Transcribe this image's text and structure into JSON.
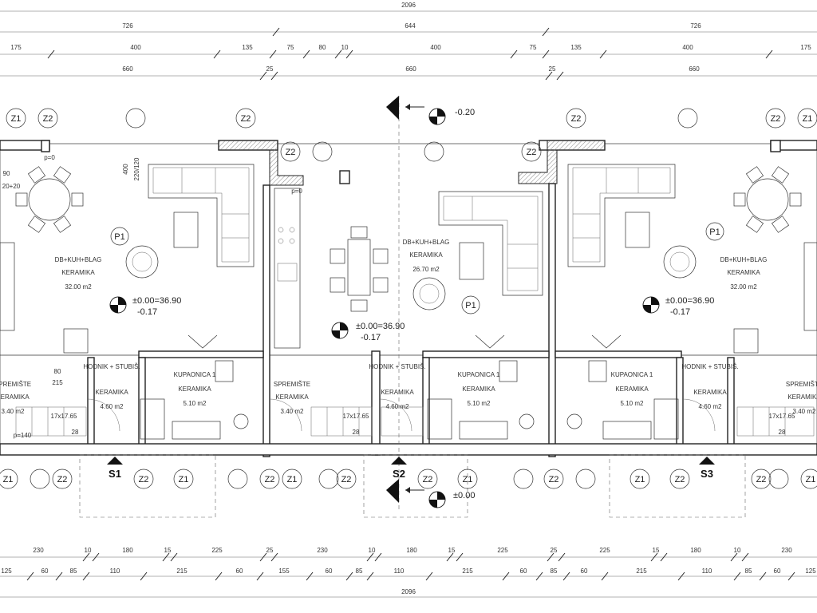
{
  "dimensions": {
    "top_total": "2096",
    "top_row1": [
      "726",
      "644",
      "726"
    ],
    "top_row2": [
      "175",
      "400",
      "135",
      "75",
      "80",
      "10",
      "400",
      "75",
      "135",
      "400",
      "175"
    ],
    "top_row3": [
      "660",
      "25",
      "660",
      "25",
      "660"
    ],
    "bottom_row1": [
      "230",
      "10",
      "180",
      "15",
      "225",
      "25",
      "230",
      "10",
      "180",
      "15",
      "225",
      "25",
      "225",
      "15",
      "180",
      "10",
      "230"
    ],
    "bottom_row2": [
      "125",
      "60",
      "85",
      "110",
      "215",
      "60",
      "155",
      "60",
      "85",
      "110",
      "215",
      "60",
      "85",
      "60",
      "215",
      "110",
      "85",
      "60",
      "125"
    ],
    "bottom_total": "2096"
  },
  "rooms": [
    {
      "name": "DB+KUH+BLAG",
      "finish": "KERAMIKA",
      "area": "32.00 m2"
    },
    {
      "name": "DB+KUH+BLAG",
      "finish": "KERAMIKA",
      "area": "26.70 m2"
    },
    {
      "name": "DB+KUH+BLAG",
      "finish": "KERAMIKA",
      "area": "32.00 m2"
    },
    {
      "name": "SPREMIŠTE",
      "finish": "KERAMIKA",
      "area": "3.40 m2"
    },
    {
      "name": "HODNIK + STUBIŠ.",
      "finish": "KERAMIKA",
      "area": "4.60 m2"
    },
    {
      "name": "KUPAONICA 1",
      "finish": "KERAMIKA",
      "area": "5.10 m2"
    },
    {
      "name": "SPREMIŠTE",
      "finish": "KERAMIKA",
      "area": "3.40 m2"
    },
    {
      "name": "HODNIK + STUBIŠ.",
      "finish": "KERAMIKA",
      "area": "4.60 m2"
    },
    {
      "name": "KUPAONICA 1",
      "finish": "KERAMIKA",
      "area": "5.10 m2"
    },
    {
      "name": "KUPAONICA 1",
      "finish": "KERAMIKA",
      "area": "5.10 m2"
    },
    {
      "name": "HODNIK + STUBIŠ.",
      "finish": "KERAMIKA",
      "area": "4.60 m2"
    },
    {
      "name": "SPREMIŠTE",
      "finish": "KERAMIKA",
      "area": "3.40 m2"
    }
  ],
  "levels": {
    "level_1": "±0.00=36.90",
    "level_1_sub": "-0.17",
    "level_2": "±0.00=36.90",
    "level_2_sub": "-0.17",
    "level_3": "±0.00=36.90",
    "level_3_sub": "-0.17",
    "outside_top": "-0.20",
    "outside_bottom": "±0.00"
  },
  "sections": [
    "S1",
    "S2",
    "S3"
  ],
  "pier_tags": {
    "p1": "P1",
    "z1": "Z1",
    "z2": "Z2"
  },
  "annotations": {
    "stair": "17x17.65",
    "stair_run": "28",
    "openings": [
      "80",
      "215",
      "p=140",
      "p=0",
      "p=0",
      "400",
      "220/120",
      "90",
      "20+20"
    ]
  },
  "colors": {
    "line": "#222222",
    "hatch": "#888888",
    "background": "#ffffff"
  }
}
